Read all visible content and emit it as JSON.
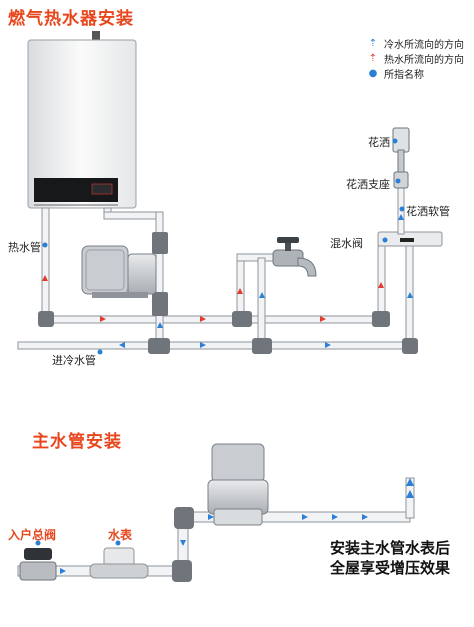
{
  "diagram": {
    "titles": {
      "section1": "燃气热水器安装",
      "section2": "主水管安装"
    },
    "legend": [
      {
        "icon": "blue-arrow",
        "color": "#2b7fd6",
        "text": "冷水所流向的方向"
      },
      {
        "icon": "red-arrow",
        "color": "#e23b2e",
        "text": "热水所流向的方向"
      },
      {
        "icon": "blue-dot",
        "color": "#2b7fd6",
        "text": "所指名称"
      }
    ],
    "labels": {
      "shower": "花洒",
      "shower_bracket": "花洒支座",
      "shower_hose": "花洒软管",
      "mixing_valve": "混水阀",
      "hot_pipe": "热水管",
      "cold_inlet": "进冷水管",
      "main_valve": "入户总阀",
      "water_meter": "水表"
    },
    "tagline": [
      "安装主水管水表后",
      "全屋享受增压效果"
    ],
    "colors": {
      "title": "#e8471d",
      "cold": "#2b7fd6",
      "hot": "#e23b2e",
      "pipe_fill": "#f2f3f5",
      "pipe_stroke": "#8e949a",
      "fitting": "#6f757b"
    }
  }
}
